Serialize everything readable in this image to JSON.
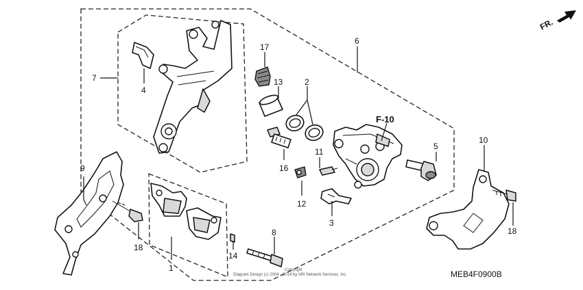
{
  "callouts": {
    "n1": "1",
    "n2": "2",
    "n3": "3",
    "n4": "4",
    "n5": "5",
    "n6": "6",
    "n7": "7",
    "n8": "8",
    "n9": "9",
    "n10": "10",
    "n11": "11",
    "n12": "12",
    "n13": "13",
    "n14": "14",
    "n16": "16",
    "n17": "17",
    "n18_left": "18",
    "n18_right": "18"
  },
  "reference_label": "F-10",
  "front_indicator": "FR.",
  "diagram_code": "MEB4F0900B",
  "copyright_line1": "Copyright",
  "copyright_line2": "Diagram Design (c) 2004 - 2014 by ARI Network Services, Inc."
}
